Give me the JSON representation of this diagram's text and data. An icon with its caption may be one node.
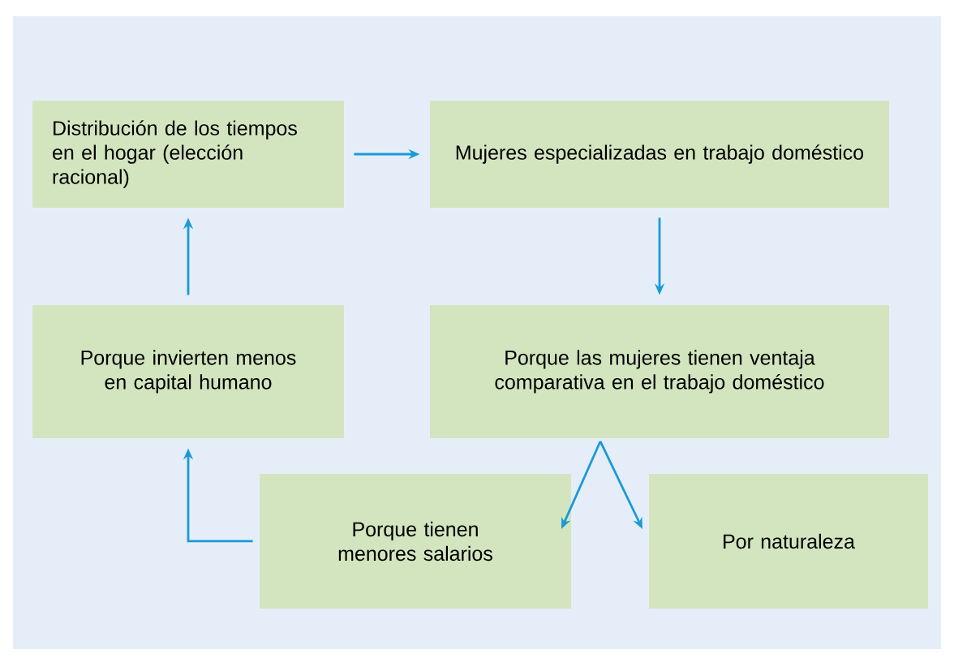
{
  "diagram": {
    "nodes": [
      {
        "text": [
          "Distribución de los tiempos en el hogar (elección racional)"
        ]
      },
      {
        "text": [
          "Mujeres especializadas en trabajo doméstico"
        ]
      },
      {
        "text": [
          "Porque las mujeres tienen ventaja comparativa en el trabajo doméstico"
        ]
      },
      {
        "text": [
          "Porque invierten menos en capital humano"
        ]
      },
      {
        "text": [
          "Porque tienen menores salarios"
        ]
      },
      {
        "text": [
          "Por naturaleza"
        ]
      }
    ],
    "edges": [
      {
        "from": 0,
        "to": 1,
        "arrow": "to"
      },
      {
        "from": 1,
        "to": 2,
        "arrow": "to"
      },
      {
        "from": 2,
        "to": 4,
        "arrow": "to"
      },
      {
        "from": 2,
        "to": 5,
        "arrow": "to"
      },
      {
        "from": 4,
        "to": 3,
        "arrow": "to"
      },
      {
        "from": 3,
        "to": 0,
        "arrow": "to"
      }
    ]
  }
}
